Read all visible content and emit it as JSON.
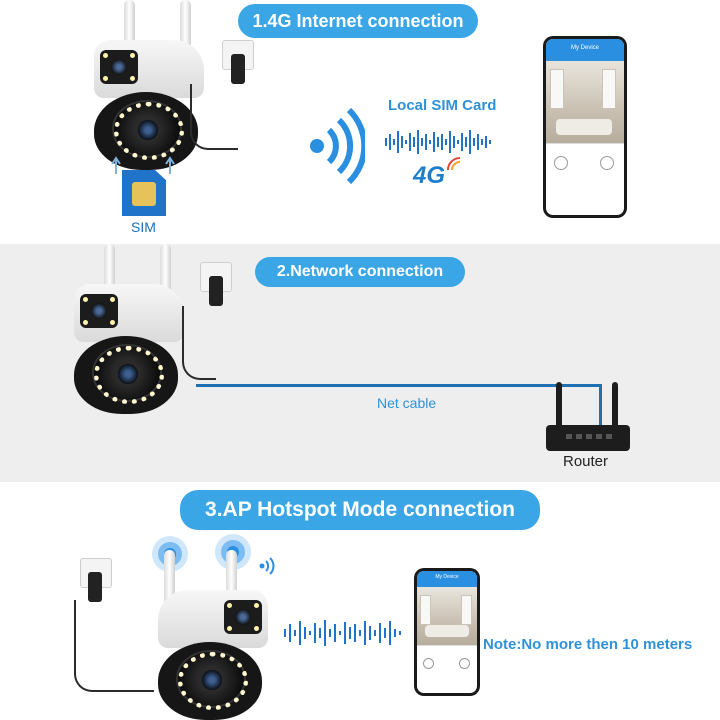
{
  "sections": {
    "internet": {
      "title": "1.4G Internet connection",
      "local_sim_label": "Local SIM Card",
      "fourg_label": "4G",
      "sim_label": "SIM",
      "phone_header": "My Device"
    },
    "network": {
      "title": "2.Network connection",
      "net_cable_label": "Net cable",
      "router_label": "Router"
    },
    "hotspot": {
      "title": "3.AP Hotspot Mode connection",
      "note": "Note:No more then 10 meters",
      "phone_header": "My Device"
    }
  },
  "colors": {
    "accent": "#3aa6e6",
    "text_blue": "#2f92d8",
    "section2_bg": "#eeeeee"
  },
  "icons": [
    "wifi-signal-icon",
    "sound-wave-icon",
    "sim-card-icon",
    "camera-icon",
    "router-icon",
    "phone-icon",
    "power-outlet-icon"
  ]
}
